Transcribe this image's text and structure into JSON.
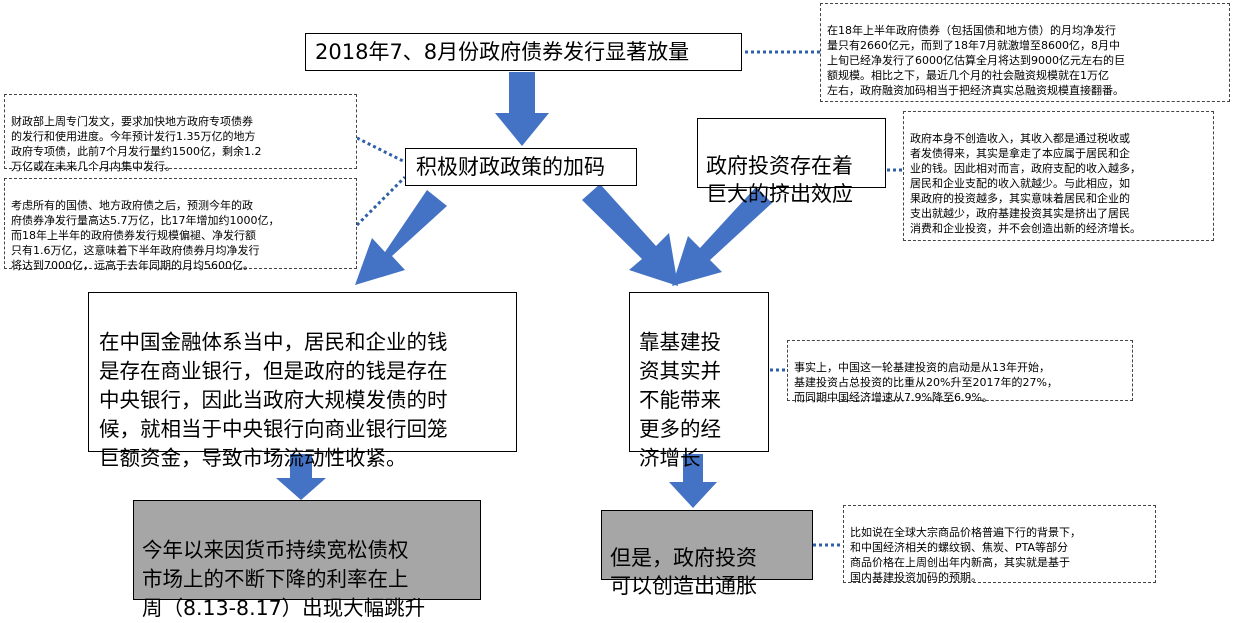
{
  "nodes": {
    "top": "2018年7、8月份政府债券发行显著放量",
    "fiscal": "积极财政政策的加码",
    "crowd": "政府投资存在着\n巨大的挤出效应",
    "bank": "在中国金融体系当中，居民和企业的钱\n是存在商业银行，但是政府的钱是存在\n中央银行，因此当政府大规模发债的时\n候，就相当于中央银行向商业银行回笼\n巨额资金，导致市场流动性收紧。",
    "infra": "靠基建投\n资其实并\n不能带来\n更多的经\n济增长",
    "rate": "今年以来因货币持续宽松债权\n市场上的不断下降的利率在上\n周（8.13-8.17）出现大幅跳升",
    "inflation": "但是，政府投资\n可以创造出通胀"
  },
  "notes": {
    "bond_volume": "在18年上半年政府债券（包括国债和地方债）的月均净发行\n量只有2660亿元，而到了18年7月就激增至8600亿，8月中\n上旬已经净发行了6000亿估算全月将达到9000亿元左右的巨\n额规模。相比之下，最近几个月的社会融资规模就在1万亿\n左右，政府融资加码相当于把经济真实总融资规模直接翻番。",
    "finance_ministry": "财政部上周专门发文，要求加快地方政府专项债券\n的发行和使用进度。今年预计发行1.35万亿的地方\n政府专项债，此前7个月发行量约1500亿，剩余1.2\n万亿或在未来几个月内集中发行。",
    "net_issuance": "考虑所有的国债、地方政府债之后，预测今年的政\n府债券净发行量高达5.7万亿，比17年增加约1000亿，\n而18年上半年的政府债券发行规模偏褪、净发行额\n只有1.6万亿，这意味着下半年政府债券月均净发行\n将达到7000亿，远高于去年同期的月均5600亿。",
    "gov_income": "政府本身不创造收入，其收入都是通过税收或\n者发债得来，其实是拿走了本应属于居民和企\n业的钱。因此相对而言，政府支配的收入越多，\n居民和企业支配的收入就越少。与此相应，如\n果政府的投资越多，其实意味着居民和企业的\n支出就越少，政府基建投资其实是挤出了居民\n消费和企业投资，并不会创造出新的经济增长。",
    "infra_fact": "事实上，中国这一轮基建投资的启动是从13年开始，\n基建投资占总投资的比重从20%升至2017年的27%，\n而同期中国经济增速从7.9%降至6.9%。",
    "commodity": "比如说在全球大宗商品价格普遍下行的背景下，\n和中国经济相关的螺纹钢、焦炭、PTA等部分\n商品价格在上周创出年内新高，其实就是基于\n国内基建投资加码的预期。"
  },
  "colors": {
    "arrow": "#4472c4",
    "connector": "#2e5fa8",
    "grey_fill": "#a6a6a6"
  }
}
